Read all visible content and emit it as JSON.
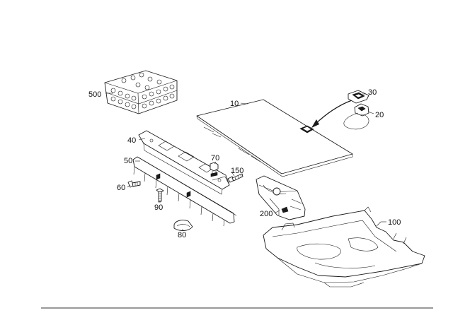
{
  "diagram": {
    "callouts": [
      {
        "id": "500",
        "label": "500"
      },
      {
        "id": "10",
        "label": "10"
      },
      {
        "id": "30",
        "label": "30"
      },
      {
        "id": "20",
        "label": "20"
      },
      {
        "id": "40",
        "label": "40"
      },
      {
        "id": "50",
        "label": "50"
      },
      {
        "id": "70",
        "label": "70"
      },
      {
        "id": "150",
        "label": "150"
      },
      {
        "id": "60",
        "label": "60"
      },
      {
        "id": "90",
        "label": "90"
      },
      {
        "id": "200",
        "label": "200"
      },
      {
        "id": "100",
        "label": "100"
      },
      {
        "id": "80",
        "label": "80"
      }
    ]
  }
}
